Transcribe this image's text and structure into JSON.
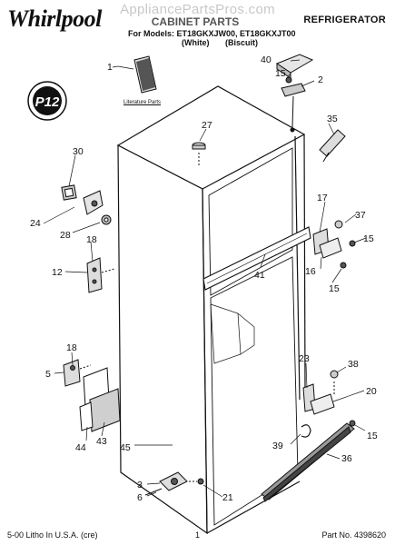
{
  "header": {
    "brand": "Whirlpool",
    "watermark": "AppliancePartsPros.com",
    "title": "CABINET PARTS",
    "category": "REFRIGERATOR",
    "models": "For Models: ET18GKXJW00, ET18GKXJT00",
    "variants": [
      "(White)",
      "(Biscuit)"
    ]
  },
  "seal": {
    "text": "P12"
  },
  "literature_label": "Literature Parts",
  "callouts": [
    "1",
    "2",
    "3",
    "5",
    "6",
    "12",
    "15",
    "15",
    "15",
    "15",
    "16",
    "17",
    "18",
    "18",
    "20",
    "21",
    "23",
    "24",
    "27",
    "28",
    "30",
    "35",
    "36",
    "37",
    "38",
    "39",
    "40",
    "41",
    "43",
    "44",
    "45"
  ],
  "footer": {
    "left": "5-00 Litho In U.S.A. (cre)",
    "page": "1",
    "part_no": "Part No. 4398620"
  }
}
